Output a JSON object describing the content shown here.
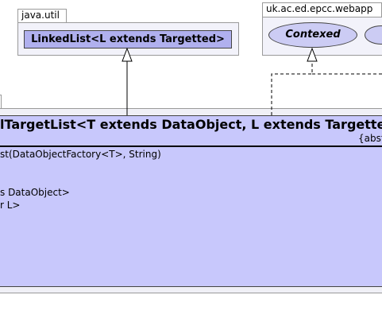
{
  "packages": [
    {
      "name": "java.util"
    },
    {
      "name": "uk.ac.ed.epcc.webapp"
    }
  ],
  "interface_linkedlist": {
    "label": "LinkedList<L extends Targetted>"
  },
  "interface_contexed": {
    "label": "Contexed"
  },
  "main_class": {
    "title": "lTargetList<T extends DataObject, L extends Targette",
    "stereotype": "{abst",
    "members": [
      "st(DataObjectFactory<T>, String)",
      "s DataObject>",
      "r L>"
    ]
  }
}
